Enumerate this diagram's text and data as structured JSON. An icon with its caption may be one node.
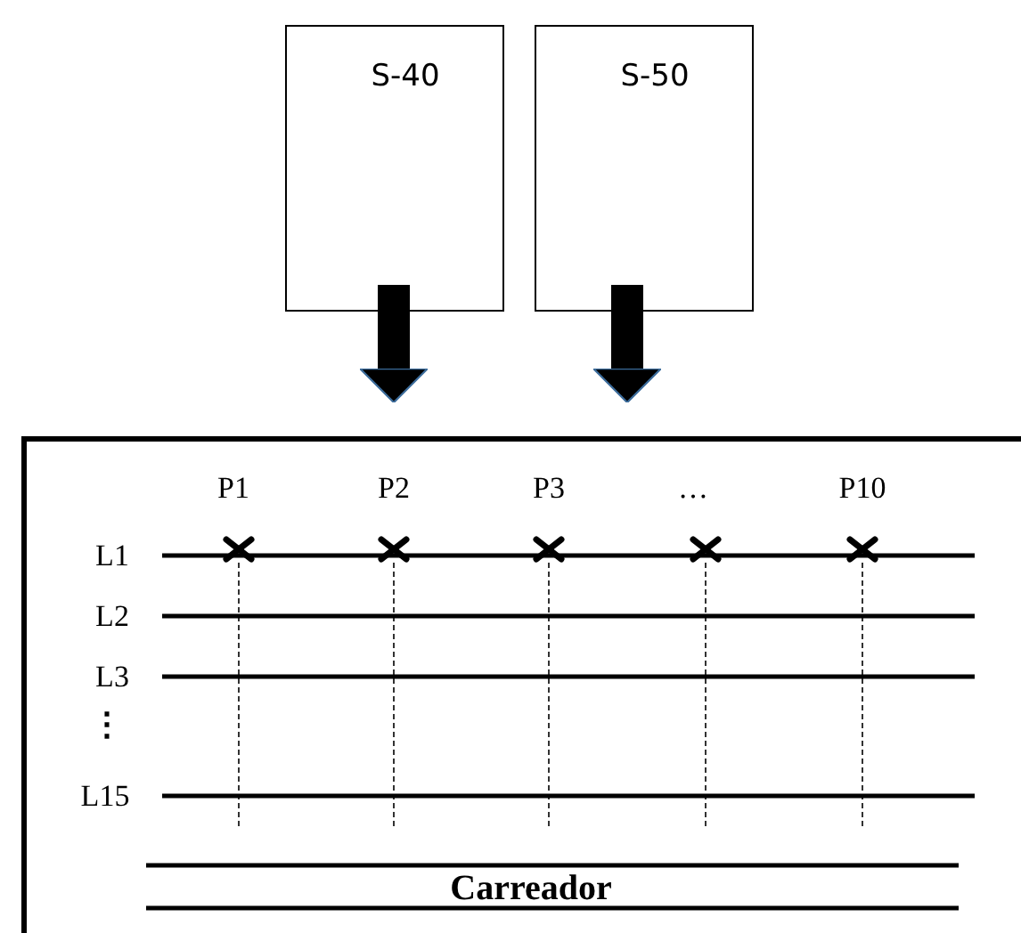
{
  "diagram": {
    "nodes": [
      {
        "text": [
          "S-40"
        ]
      },
      {
        "text": [
          "S-50"
        ]
      },
      {
        "text": [],
        "shape": "box"
      }
    ],
    "edges": [
      {
        "from": 0,
        "to": 2,
        "arrow": "to"
      },
      {
        "from": 1,
        "to": 2,
        "arrow": "to"
      }
    ],
    "labels": [
      "P1",
      "P2",
      "P3",
      "…",
      "P10",
      "L1",
      "L2",
      "L3",
      "⋮",
      "L15",
      "Carreador"
    ]
  }
}
